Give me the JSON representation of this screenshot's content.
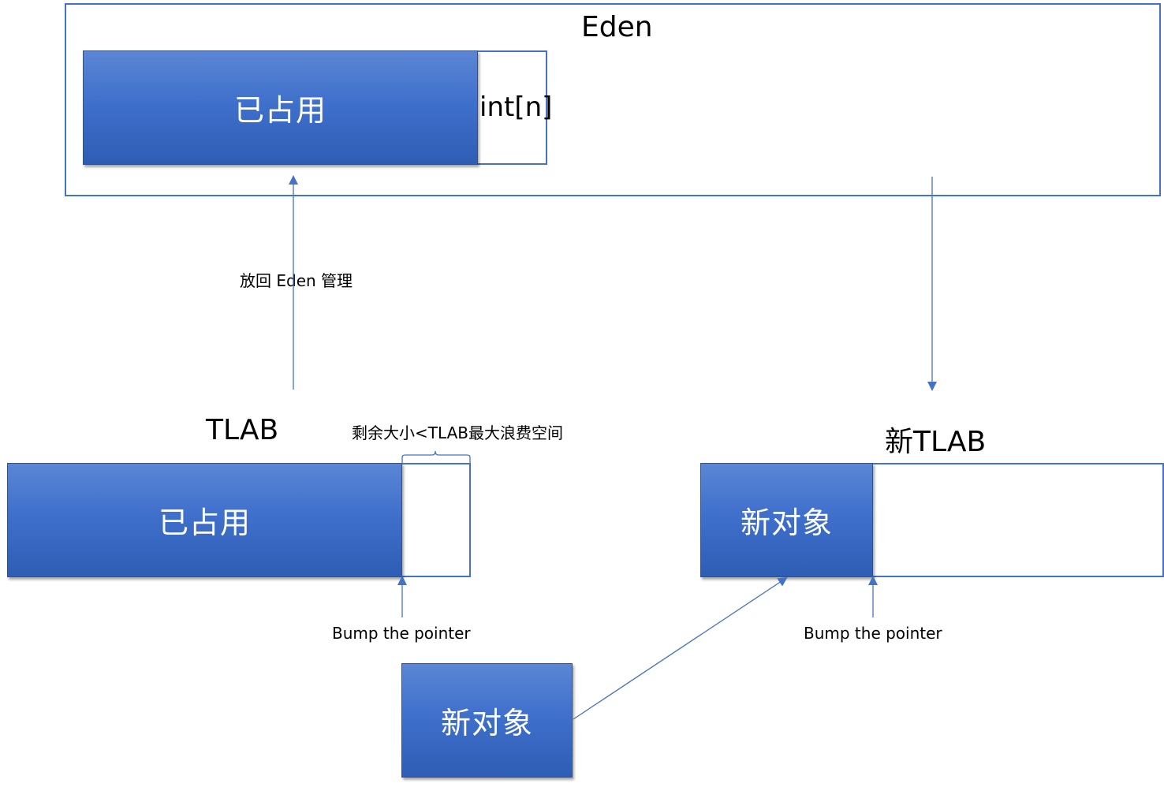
{
  "eden": {
    "title": "Eden",
    "occupied_label": "已占用",
    "array_label": "int[n]"
  },
  "return_arrow": {
    "label": "放回 Eden 管理"
  },
  "tlab": {
    "title": "TLAB",
    "occupied_label": "已占用",
    "remaining_label": "剩余大小<TLAB最大浪费空间",
    "pointer_label": "Bump the pointer"
  },
  "new_tlab": {
    "title": "新TLAB",
    "object_label": "新对象",
    "pointer_label": "Bump the pointer"
  },
  "new_object": {
    "label": "新对象"
  },
  "colors": {
    "outline": "#4472C4",
    "fill": "#3F70CC",
    "arrow": "#4472C4"
  }
}
